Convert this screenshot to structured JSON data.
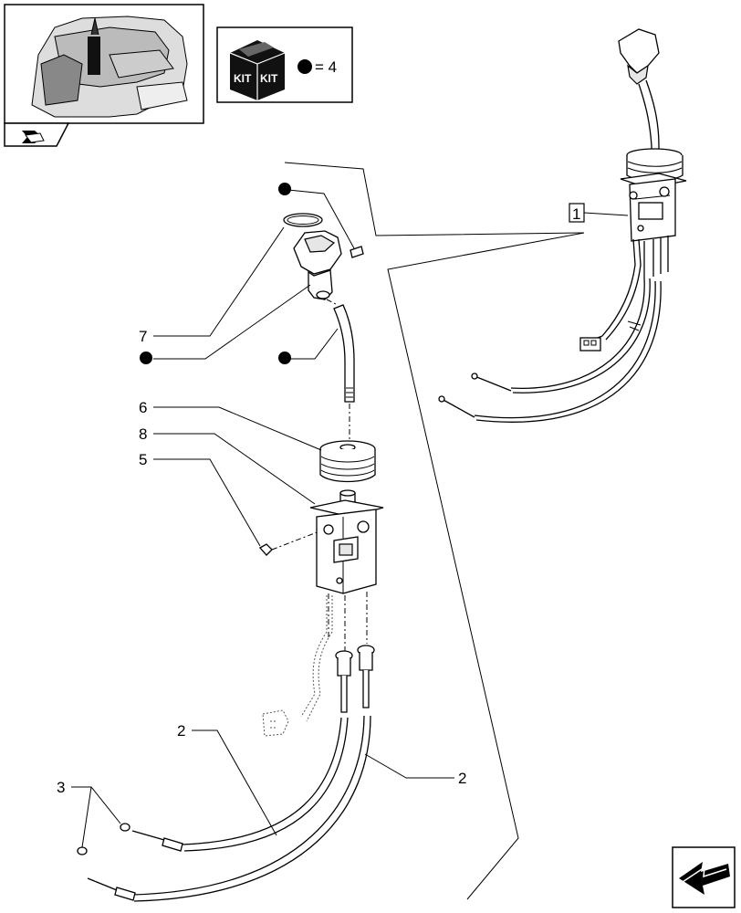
{
  "kit_box": {
    "kit_label_left": "KIT",
    "kit_label_right": "KIT",
    "quantity_text": "= 4"
  },
  "callouts": {
    "c1": "1",
    "c2a": "2",
    "c2b": "2",
    "c3": "3",
    "c5": "5",
    "c6": "6",
    "c7": "7",
    "c8": "8"
  },
  "icons": {
    "thumbnail": "tractor-cab-location-icon",
    "view_tab": "view-direction-icon",
    "kit": "kit-box-icon",
    "next_page": "next-page-arrow-icon"
  }
}
